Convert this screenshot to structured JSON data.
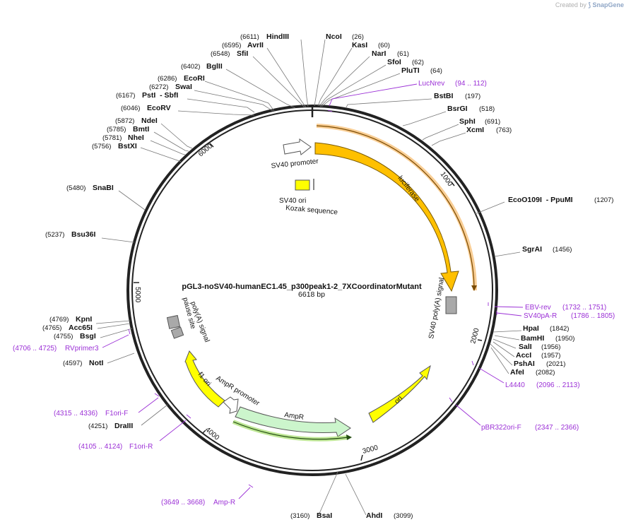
{
  "credit": {
    "created_by": "Created by",
    "brand": "SnapGene"
  },
  "map": {
    "title": "pGL3-noSV40-humanEC1.45_p300peak1-2_7XCoordinatorMutant",
    "size_label": "6618 bp",
    "ticks": [
      "1000",
      "2000",
      "3000",
      "4000",
      "5000",
      "6000"
    ]
  },
  "enzymes": [
    {
      "name": "HindIII",
      "pos": "(6611)"
    },
    {
      "name": "AvrII",
      "pos": "(6595)"
    },
    {
      "name": "SfiI",
      "pos": "(6548)"
    },
    {
      "name": "BglII",
      "pos": "(6402)"
    },
    {
      "name": "EcoRI",
      "pos": "(6286)"
    },
    {
      "name": "SwaI",
      "pos": "(6272)"
    },
    {
      "name": "PstI  - SbfI",
      "pos": "(6167)"
    },
    {
      "name": "EcoRV",
      "pos": "(6046)"
    },
    {
      "name": "NdeI",
      "pos": "(5872)"
    },
    {
      "name": "BmtI",
      "pos": "(5785)"
    },
    {
      "name": "NheI",
      "pos": "(5781)"
    },
    {
      "name": "BstXI",
      "pos": "(5756)"
    },
    {
      "name": "SnaBI",
      "pos": "(5480)"
    },
    {
      "name": "Bsu36I",
      "pos": "(5237)"
    },
    {
      "name": "KpnI",
      "pos": "(4769)"
    },
    {
      "name": "Acc65I",
      "pos": "(4765)"
    },
    {
      "name": "BsgI",
      "pos": "(4755)"
    },
    {
      "name": "NotI",
      "pos": "(4597)"
    },
    {
      "name": "DraIII",
      "pos": "(4251)"
    },
    {
      "name": "BsaI",
      "pos": "(3160)"
    },
    {
      "name": "AhdI",
      "pos": "(3099)"
    },
    {
      "name": "NcoI",
      "pos": "(26)"
    },
    {
      "name": "KasI",
      "pos": "(60)"
    },
    {
      "name": "NarI",
      "pos": "(61)"
    },
    {
      "name": "SfoI",
      "pos": "(62)"
    },
    {
      "name": "PluTI",
      "pos": "(64)"
    },
    {
      "name": "BstBI",
      "pos": "(197)"
    },
    {
      "name": "BsrGI",
      "pos": "(518)"
    },
    {
      "name": "SphI",
      "pos": "(691)"
    },
    {
      "name": "XcmI",
      "pos": "(763)"
    },
    {
      "name": "EcoO109I  - PpuMI",
      "pos": "(1207)"
    },
    {
      "name": "SgrAI",
      "pos": "(1456)"
    },
    {
      "name": "HpaI",
      "pos": "(1842)"
    },
    {
      "name": "BamHI",
      "pos": "(1950)"
    },
    {
      "name": "SalI",
      "pos": "(1956)"
    },
    {
      "name": "AccI",
      "pos": "(1957)"
    },
    {
      "name": "PshAI",
      "pos": "(2021)"
    },
    {
      "name": "AfeI",
      "pos": "(2082)"
    }
  ],
  "primers": [
    {
      "name": "LucNrev",
      "range": "(94 .. 112)"
    },
    {
      "name": "EBV-rev",
      "range": "(1732 .. 1751)"
    },
    {
      "name": "SV40pA-R",
      "range": "(1786 .. 1805)"
    },
    {
      "name": "L4440",
      "range": "(2096 .. 2113)"
    },
    {
      "name": "pBR322ori-F",
      "range": "(2347 .. 2366)"
    },
    {
      "name": "Amp-R",
      "range": "(3649 .. 3668)"
    },
    {
      "name": "F1ori-R",
      "range": "(4105 .. 4124)"
    },
    {
      "name": "F1ori-F",
      "range": "(4315 .. 4336)"
    },
    {
      "name": "RVprimer3",
      "range": "(4706 .. 4725)"
    }
  ],
  "features": {
    "sv40_promoter": "SV40 promoter",
    "sv40_ori": "SV40 ori",
    "kozak": "Kozak sequence",
    "luciferase": "luciferase",
    "sv40_polya": "SV40 poly(A) signal",
    "polya_signal": "poly(A) signal",
    "pause_site": "pause site",
    "f1_ori": "f1 ori",
    "ampr_promoter": "AmpR promoter",
    "ampr": "AmpR",
    "ori": "ori"
  },
  "colors": {
    "backbone": "#222222",
    "luciferase": "#ffc000",
    "f1_ori": "#ffff00",
    "ori": "#ffff00",
    "ampr": "#ccf5cc",
    "sv40_polya": "#a9a9a9",
    "primer": "#9b30d6"
  }
}
